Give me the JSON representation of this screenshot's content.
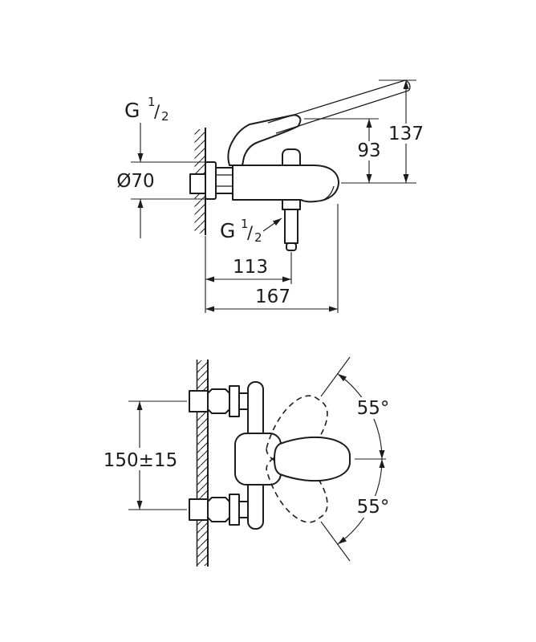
{
  "colors": {
    "line": "#1c1c1c",
    "background": "#ffffff"
  },
  "side_view": {
    "wall_thread": {
      "letter": "G",
      "numerator": "1",
      "slash": "/",
      "denominator": "2"
    },
    "escutcheon_diameter": "Ø70",
    "lever_height": "93",
    "lever_raised_height": "137",
    "outlet_thread": {
      "letter": "G",
      "numerator": "1",
      "slash": "/",
      "denominator": "2"
    },
    "wall_to_outlet": "113",
    "projection": "167"
  },
  "plan_view": {
    "connection_spacing": "150±15",
    "lever_swivel_up": "55°",
    "lever_swivel_down": "55°"
  }
}
